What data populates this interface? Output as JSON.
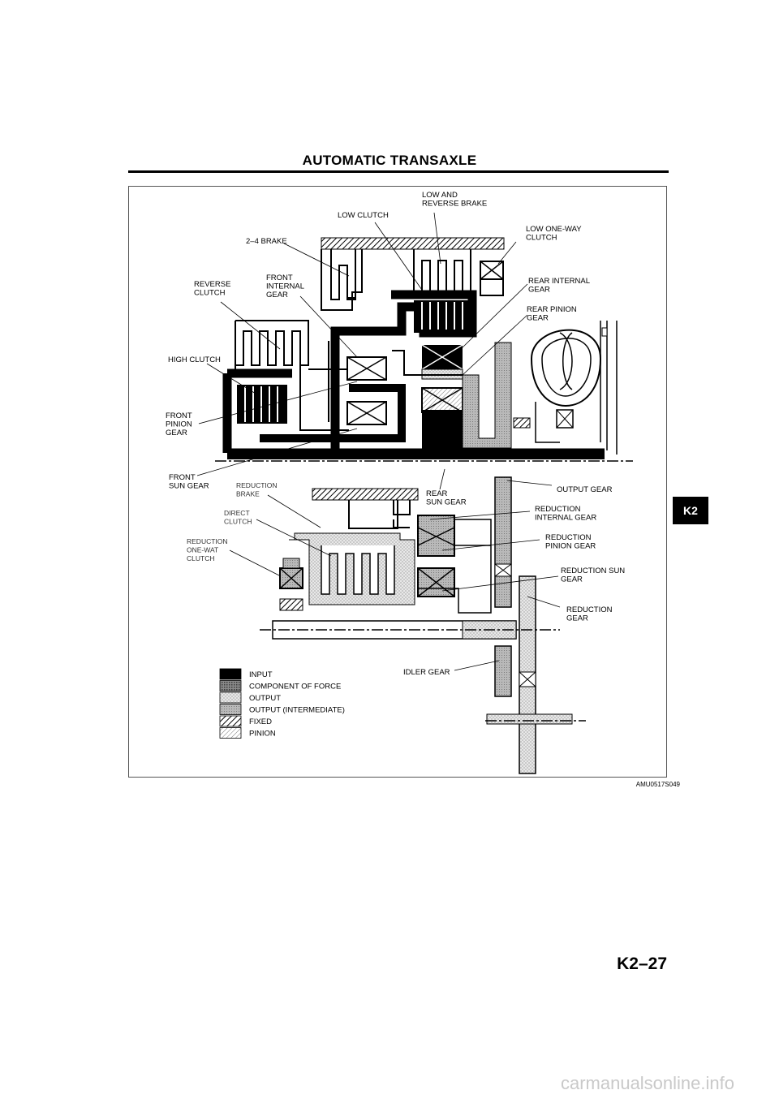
{
  "header": {
    "title": "AUTOMATIC TRANSAXLE"
  },
  "section_tab": "K2",
  "page_number": "K2–27",
  "figure": {
    "id": "AMU0517S049",
    "labels": {
      "low_and_reverse_brake": [
        "LOW AND",
        "REVERSE BRAKE"
      ],
      "low_clutch": [
        "LOW CLUTCH"
      ],
      "low_one_way_clutch": [
        "LOW ONE-WAY",
        "CLUTCH"
      ],
      "two_four_brake": [
        "2–4 BRAKE"
      ],
      "front_internal_gear": [
        "FRONT",
        "INTERNAL",
        "GEAR"
      ],
      "reverse_clutch": [
        "REVERSE",
        "CLUTCH"
      ],
      "rear_internal_gear": [
        "REAR INTERNAL",
        "GEAR"
      ],
      "rear_pinion_gear": [
        "REAR PINION",
        "GEAR"
      ],
      "high_clutch": [
        "HIGH CLUTCH"
      ],
      "front_pinion_gear": [
        "FRONT",
        "PINION",
        "GEAR"
      ],
      "front_sun_gear": [
        "FRONT",
        "SUN GEAR"
      ],
      "reduction_brake": [
        "REDUCTION",
        "BRAKE"
      ],
      "rear_sun_gear": [
        "REAR",
        "SUN GEAR"
      ],
      "output_gear": [
        "OUTPUT GEAR"
      ],
      "direct_clutch": [
        "DIRECT",
        "CLUTCH"
      ],
      "reduction_internal_gear": [
        "REDUCTION",
        "INTERNAL GEAR"
      ],
      "reduction_one_way_clutch": [
        "REDUCTION",
        "ONE-WAT",
        "CLUTCH"
      ],
      "reduction_pinion_gear": [
        "REDUCTION",
        "PINION GEAR"
      ],
      "reduction_sun_gear": [
        "REDUCTION SUN",
        "GEAR"
      ],
      "reduction_gear": [
        "REDUCTION",
        "GEAR"
      ],
      "idler_gear": [
        "IDLER GEAR"
      ]
    },
    "legend": [
      {
        "label": "INPUT",
        "pattern": "input"
      },
      {
        "label": "COMPONENT OF FORCE",
        "pattern": "force"
      },
      {
        "label": "OUTPUT",
        "pattern": "output"
      },
      {
        "label": "OUTPUT (INTERMEDIATE)",
        "pattern": "intermediate"
      },
      {
        "label": "FIXED",
        "pattern": "fixed"
      },
      {
        "label": "PINION",
        "pattern": "pinion"
      }
    ]
  },
  "watermark": "carmanualsonline.info",
  "colors": {
    "ink": "#000000",
    "frame": "#555555",
    "watermark": "#c9c9c9"
  }
}
